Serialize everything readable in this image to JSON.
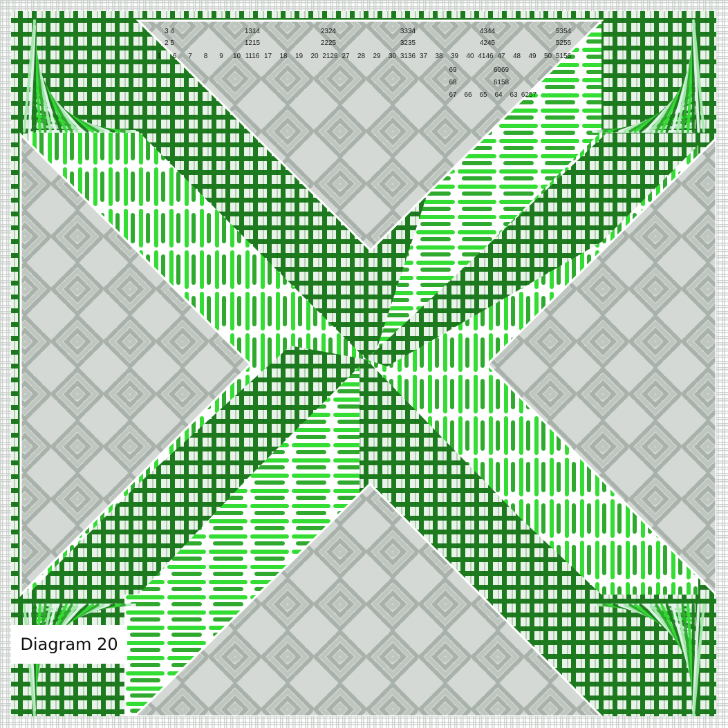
{
  "caption": "Diagram 20",
  "colors": {
    "canvas_bg": "#ffffff",
    "canvas_grid": "#c9cfcb",
    "gray_stitch": "#a9b1ab",
    "gray_stitch_light": "#d4d9d5",
    "dark_green": "#1e7a1e",
    "bright_green": "#33dd33",
    "mid_green": "#2faa2f",
    "pale_green": "#a8e8b0",
    "ice": "#e6f6ee"
  },
  "stitch_numbers": {
    "row1": [
      "3 4",
      "1314",
      "2324",
      "3334",
      "4344",
      "5354"
    ],
    "row2": [
      "2 5",
      "1215",
      "2225",
      "3235",
      "4245",
      "5255"
    ],
    "row3": [
      "1",
      "6",
      "7",
      "8",
      "9",
      "10",
      "1116",
      "17",
      "18",
      "19",
      "20",
      "2126",
      "27",
      "28",
      "29",
      "30",
      "3136",
      "37",
      "38",
      "39",
      "40",
      "4146",
      "47",
      "48",
      "49",
      "50",
      "5156"
    ],
    "col": [
      "69",
      "6069",
      "68",
      "6158",
      "67",
      "66",
      "65",
      "64",
      "63",
      "6257"
    ]
  }
}
